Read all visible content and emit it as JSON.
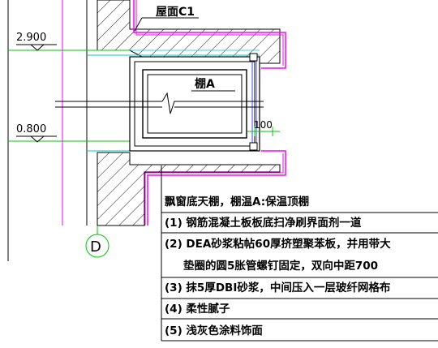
{
  "elevations": {
    "upper": "2.900",
    "lower": "0.800"
  },
  "labels": {
    "roof": "屋面C1",
    "canopy": "棚A",
    "dimension": "100",
    "axis": "D"
  },
  "notes": {
    "title": "飘窗底天棚，棚温A:保温顶棚",
    "lines": [
      "(1) 钢筋混凝土板板底扫净刷界面剂一道",
      "(2) DEA砂浆粘帖60厚挤塑聚苯板，并用带大",
      "垫圈的圆5胀管螺钉固定，双向中距700",
      "(3) 抹5厚DBI砂浆，中间压入一层玻纤网格布",
      "(4) 柔性腻子",
      "(5) 浅灰色涂料饰面"
    ]
  },
  "colors": {
    "level_line": "#00c800",
    "insulation": "#ff00ff",
    "leader": "#00c8c8",
    "window_frame": "#4040ff"
  }
}
